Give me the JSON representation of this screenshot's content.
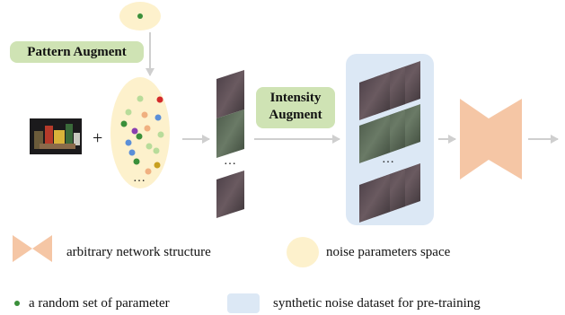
{
  "labels": {
    "pattern_augment": "Pattern Augment",
    "intensity_augment_line1": "Intensity",
    "intensity_augment_line2": "Augment",
    "plus": "+",
    "ellipsis": "…"
  },
  "legend": {
    "network": "arbitrary network structure",
    "noise_space": "noise parameters space",
    "random_param": "a random set of parameter",
    "synthetic_dataset": "synthetic noise dataset for pre-training"
  },
  "colors": {
    "pill": "#cfe3b4",
    "ellipse": "#fdf1cc",
    "dataset_box": "#dce8f5",
    "network": "#f5c6a5",
    "arrow": "#cfcfcf",
    "dot_green": "#3a8f3a"
  },
  "param_dots": [
    {
      "color": "#b8dc9a"
    },
    {
      "color": "#d42a2a"
    },
    {
      "color": "#b8dc9a"
    },
    {
      "color": "#f0b080"
    },
    {
      "color": "#3a8f3a"
    },
    {
      "color": "#5b8fd8"
    },
    {
      "color": "#f0b080"
    },
    {
      "color": "#3a8f3a"
    },
    {
      "color": "#5b8fd8"
    },
    {
      "color": "#b8dc9a"
    },
    {
      "color": "#8a3fb0"
    },
    {
      "color": "#b8dc9a"
    },
    {
      "color": "#5b8fd8"
    },
    {
      "color": "#b8dc9a"
    },
    {
      "color": "#3a8f3a"
    },
    {
      "color": "#c8a020"
    },
    {
      "color": "#f0b080"
    }
  ]
}
